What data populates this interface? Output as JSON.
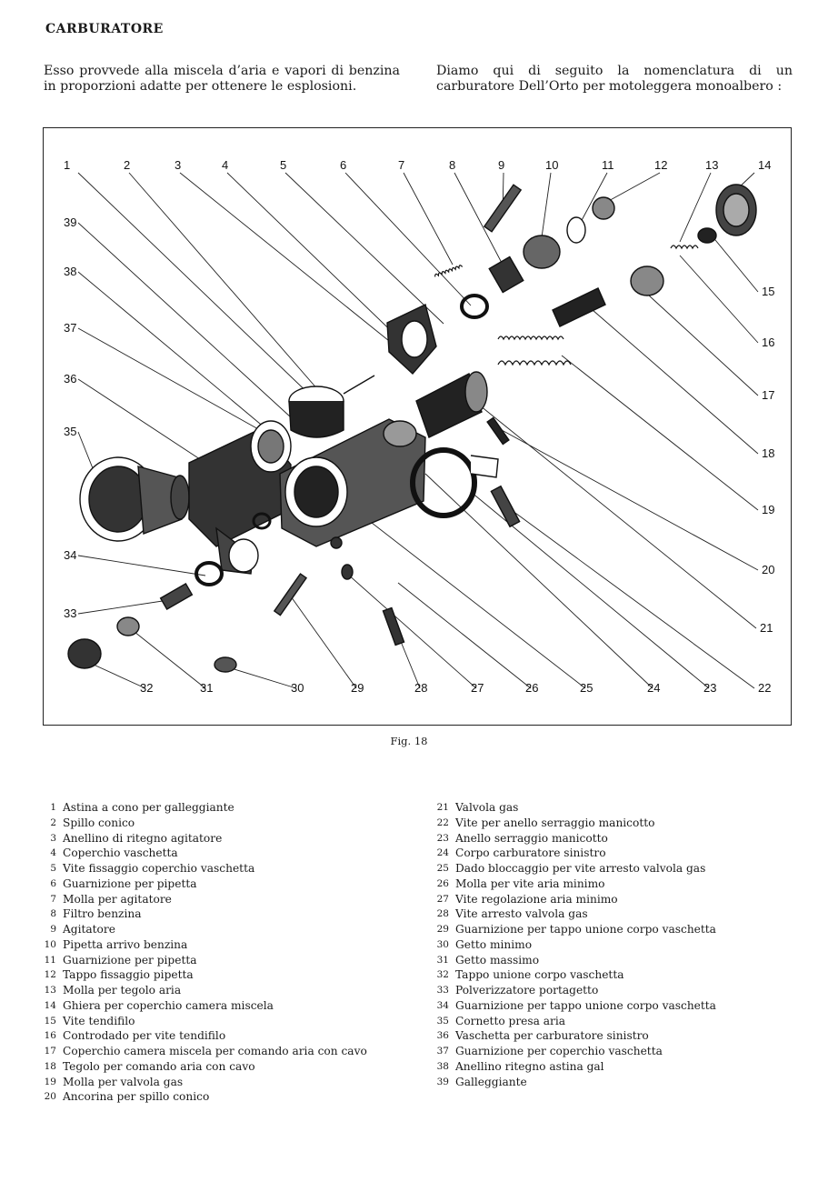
{
  "section_title": "CARBURATORE",
  "intro": {
    "left": "Esso provvede alla miscela d’aria e vapori di benzina in proporzioni adatte per ottenere le esplosioni.",
    "right": "Diamo qui di seguito la nomenclatura di un carburatore Dell’Orto per motoleggera monoalbero :"
  },
  "figure": {
    "caption": "Fig. 18",
    "callouts": [
      "1",
      "2",
      "3",
      "4",
      "5",
      "6",
      "7",
      "8",
      "9",
      "10",
      "11",
      "12",
      "13",
      "14",
      "15",
      "16",
      "17",
      "18",
      "19",
      "20",
      "21",
      "22",
      "23",
      "24",
      "25",
      "26",
      "27",
      "28",
      "29",
      "30",
      "31",
      "32",
      "33",
      "34",
      "35",
      "36",
      "37",
      "38",
      "39"
    ]
  },
  "legend": {
    "left": [
      {
        "num": "1",
        "label": "Astina a cono per galleggiante"
      },
      {
        "num": "2",
        "label": "Spillo conico"
      },
      {
        "num": "3",
        "label": "Anellino di ritegno agitatore"
      },
      {
        "num": "4",
        "label": "Coperchio vaschetta"
      },
      {
        "num": "5",
        "label": "Vite fissaggio coperchio vaschetta"
      },
      {
        "num": "6",
        "label": "Guarnizione per pipetta"
      },
      {
        "num": "7",
        "label": "Molla per agitatore"
      },
      {
        "num": "8",
        "label": "Filtro benzina"
      },
      {
        "num": "9",
        "label": "Agitatore"
      },
      {
        "num": "10",
        "label": "Pipetta arrivo benzina"
      },
      {
        "num": "11",
        "label": "Guarnizione per pipetta"
      },
      {
        "num": "12",
        "label": "Tappo fissaggio pipetta"
      },
      {
        "num": "13",
        "label": "Molla per tegolo aria"
      },
      {
        "num": "14",
        "label": "Ghiera per coperchio camera miscela"
      },
      {
        "num": "15",
        "label": "Vite tendifilo"
      },
      {
        "num": "16",
        "label": "Controdado per vite tendifilo"
      },
      {
        "num": "17",
        "label": "Coperchio camera miscela per comando aria con cavo"
      },
      {
        "num": "18",
        "label": "Tegolo per comando aria con cavo"
      },
      {
        "num": "19",
        "label": "Molla per valvola gas"
      },
      {
        "num": "20",
        "label": "Ancorina per spillo conico"
      }
    ],
    "right": [
      {
        "num": "21",
        "label": "Valvola gas"
      },
      {
        "num": "22",
        "label": "Vite per anello serraggio manicotto"
      },
      {
        "num": "23",
        "label": "Anello serraggio manicotto"
      },
      {
        "num": "24",
        "label": "Corpo carburatore sinistro"
      },
      {
        "num": "25",
        "label": "Dado bloccaggio per vite arresto valvola gas"
      },
      {
        "num": "26",
        "label": "Molla per vite aria minimo"
      },
      {
        "num": "27",
        "label": "Vite regolazione aria minimo"
      },
      {
        "num": "28",
        "label": "Vite arresto valvola gas"
      },
      {
        "num": "29",
        "label": "Guarnizione per tappo unione corpo vaschetta"
      },
      {
        "num": "30",
        "label": "Getto minimo"
      },
      {
        "num": "31",
        "label": "Getto massimo"
      },
      {
        "num": "32",
        "label": "Tappo unione corpo vaschetta"
      },
      {
        "num": "33",
        "label": "Polverizzatore portagetto"
      },
      {
        "num": "34",
        "label": "Guarnizione per tappo unione corpo vaschetta"
      },
      {
        "num": "35",
        "label": "Cornetto presa aria"
      },
      {
        "num": "36",
        "label": "Vaschetta per carburatore sinistro"
      },
      {
        "num": "37",
        "label": "Guarnizione per coperchio vaschetta"
      },
      {
        "num": "38",
        "label": "Anellino ritegno astina gal"
      },
      {
        "num": "39",
        "label": "Galleggiante"
      }
    ]
  }
}
